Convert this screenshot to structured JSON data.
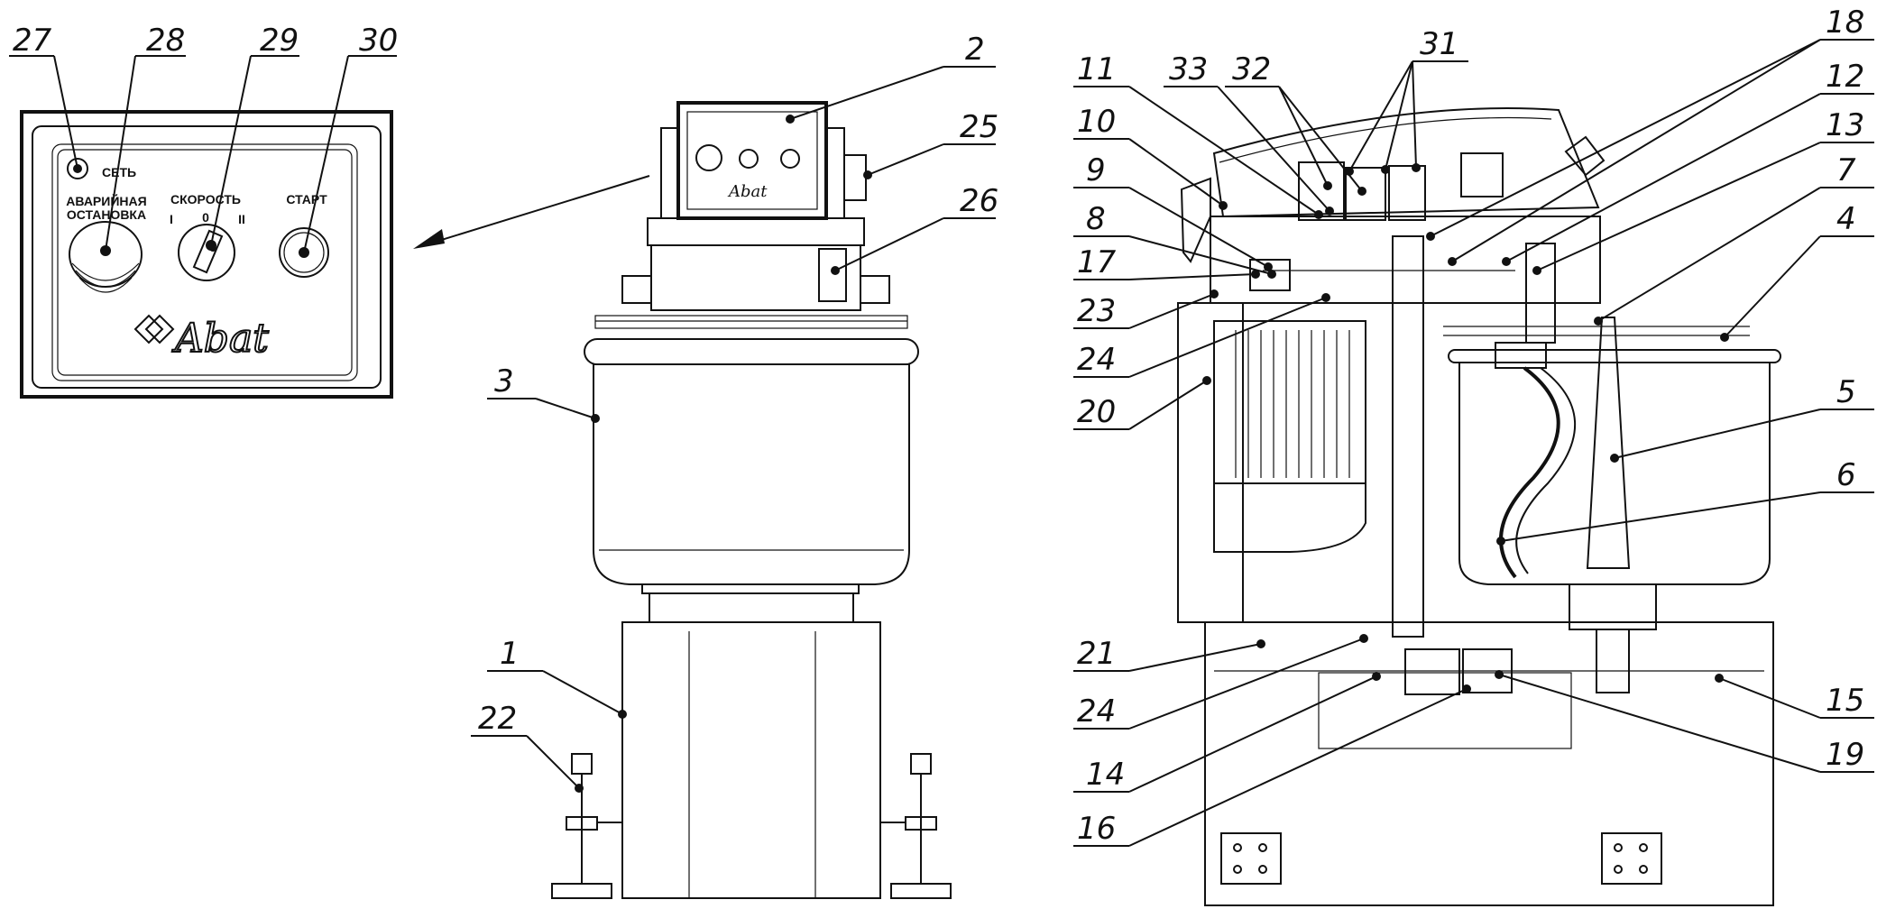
{
  "panel": {
    "indicator_label": "СЕТЬ",
    "emergency_label_line1": "АВАРИЙНАЯ",
    "emergency_label_line2": "ОСТАНОВКА",
    "speed_label": "СКОРОСТЬ",
    "speed_pos_0": "0",
    "speed_pos_1": "I",
    "speed_pos_2": "II",
    "start_label": "СТАРТ",
    "logo": "Abat"
  },
  "callouts": {
    "n1": "1",
    "n2": "2",
    "n3": "3",
    "n4": "4",
    "n5": "5",
    "n6": "6",
    "n7": "7",
    "n8": "8",
    "n9": "9",
    "n10": "10",
    "n11": "11",
    "n12": "12",
    "n13": "13",
    "n14": "14",
    "n15": "15",
    "n16": "16",
    "n17": "17",
    "n18": "18",
    "n19": "19",
    "n20": "20",
    "n21": "21",
    "n22": "22",
    "n23": "23",
    "n24a": "24",
    "n24b": "24",
    "n25": "25",
    "n26": "26",
    "n27": "27",
    "n28": "28",
    "n29": "29",
    "n30": "30",
    "n31": "31",
    "n32": "32",
    "n33": "33"
  }
}
